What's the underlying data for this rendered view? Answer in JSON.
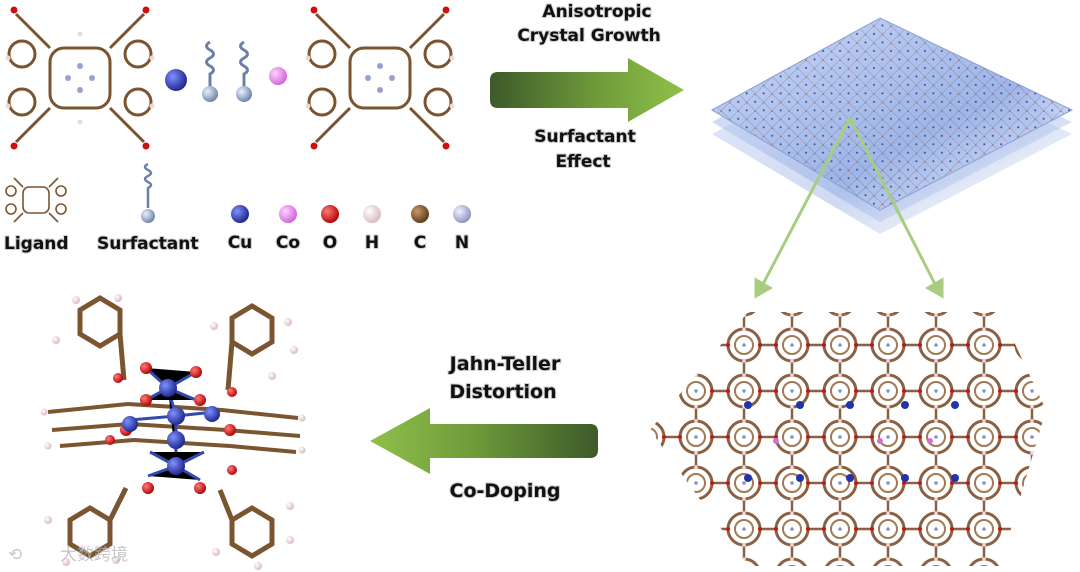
{
  "annotations": {
    "anisotropic_line1": "Anisotropic",
    "anisotropic_line2": "Crystal Growth",
    "surfactant_line1": "Surfactant",
    "surfactant_line2": "Effect",
    "jahn_line1": "Jahn-Teller",
    "jahn_line2": "Distortion",
    "codoping": "Co-Doping"
  },
  "legend": {
    "ligand": "Ligand",
    "surfactant": "Surfactant",
    "elements": [
      {
        "symbol": "Cu",
        "color": "#2233aa"
      },
      {
        "symbol": "Co",
        "color": "#e070e0"
      },
      {
        "symbol": "O",
        "color": "#cc1111"
      },
      {
        "symbol": "H",
        "color": "#f2dada"
      },
      {
        "symbol": "C",
        "color": "#7a5530"
      },
      {
        "symbol": "N",
        "color": "#aab0d8"
      }
    ]
  },
  "watermark": "大数跨境",
  "colors": {
    "arrow_green": "#79a83a",
    "arrow_dark": "#3f5a28",
    "layer_blue": "#9fb8ea",
    "bond_brown": "#7a5530"
  }
}
